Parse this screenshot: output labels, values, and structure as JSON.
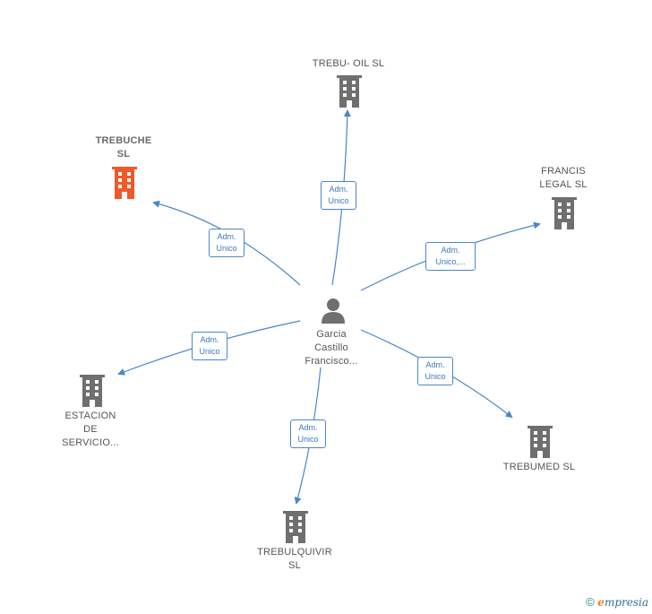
{
  "colors": {
    "edge": "#4a86c8",
    "company": "#6f6f6f",
    "company_highlight": "#f05a28",
    "person": "#6f6f6f"
  },
  "center": {
    "label": "Garcia\nCastillo\nFrancisco..."
  },
  "companies": [
    {
      "id": "trebuche",
      "label": "TREBUCHE\nSL",
      "highlight": true
    },
    {
      "id": "trebu-oil",
      "label": "TREBU- OIL  SL",
      "highlight": false
    },
    {
      "id": "francis-legal",
      "label": "FRANCIS\nLEGAL SL",
      "highlight": false
    },
    {
      "id": "estacion",
      "label": "ESTACION\nDE\nSERVICIO...",
      "highlight": false
    },
    {
      "id": "trebumed",
      "label": "TREBUMED  SL",
      "highlight": false
    },
    {
      "id": "trebulquivir",
      "label": "TREBULQUIVIR\nSL",
      "highlight": false
    }
  ],
  "edges": [
    {
      "to": "trebuche",
      "label": "Adm.\nUnico"
    },
    {
      "to": "trebu-oil",
      "label": "Adm.\nUnico"
    },
    {
      "to": "francis-legal",
      "label": "Adm.\nUnico,..."
    },
    {
      "to": "estacion",
      "label": "Adm.\nUnico"
    },
    {
      "to": "trebumed",
      "label": "Adm.\nUnico"
    },
    {
      "to": "trebulquivir",
      "label": "Adm.\nUnico"
    }
  ],
  "copyright": {
    "symbol": "©",
    "brand_initial": "e",
    "brand_rest": "mpresia"
  }
}
